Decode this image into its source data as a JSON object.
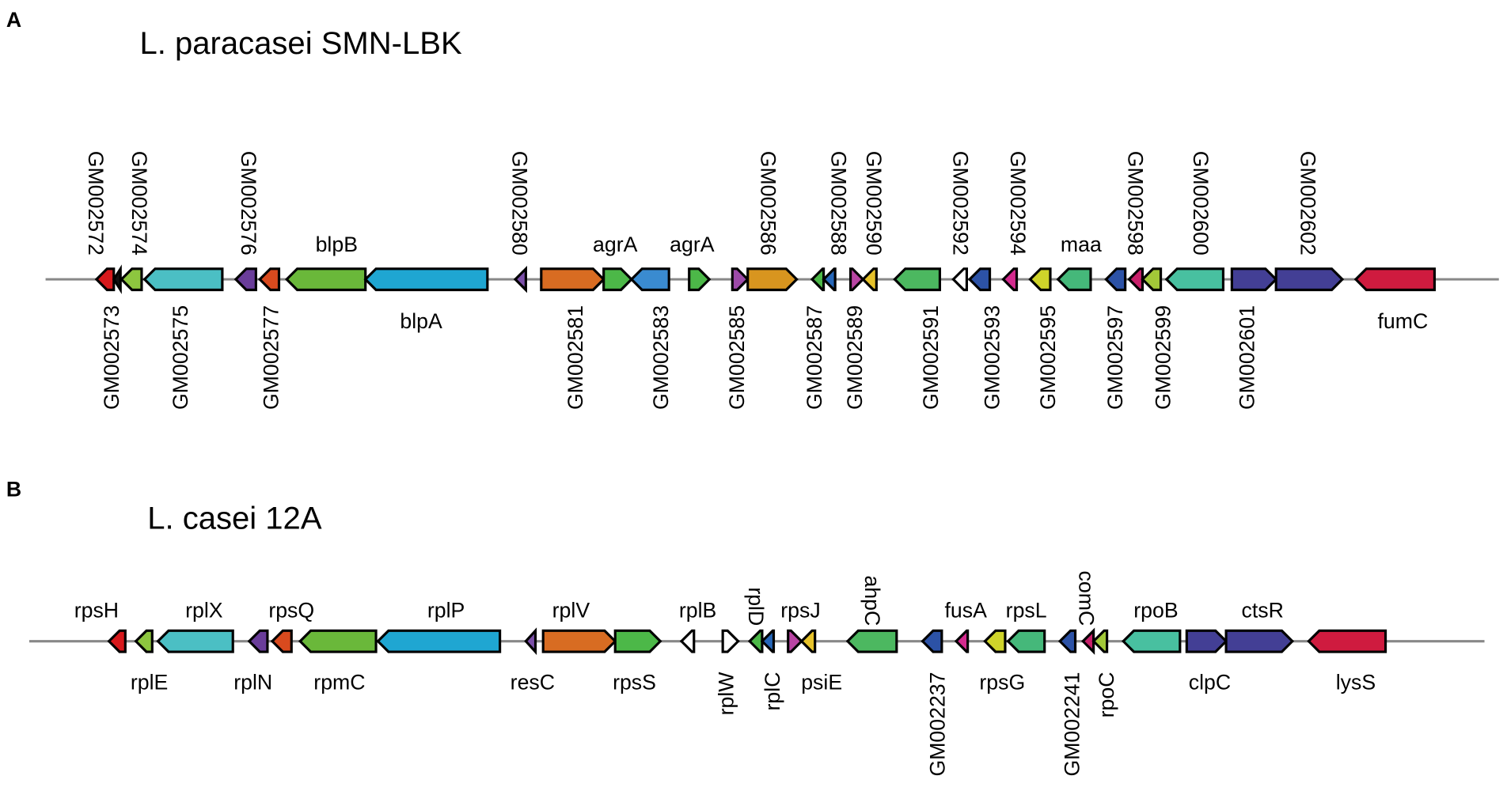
{
  "panels": [
    {
      "letter": "A",
      "title": "L. paracasei SMN-LBK",
      "genes": [
        {
          "label": "GM002572",
          "strand": "-",
          "color": "#d7191c"
        },
        {
          "label": "GM002573",
          "strand": "-",
          "color": "#111111"
        },
        {
          "label": "GM002574",
          "strand": "-",
          "color": "#8dc63f"
        },
        {
          "label": "GM002575",
          "strand": "-",
          "color": "#4bbfc4"
        },
        {
          "label": "GM002576",
          "strand": "-",
          "color": "#6a3d9a"
        },
        {
          "label": "GM002577",
          "strand": "-",
          "color": "#d94a1e"
        },
        {
          "label": "blpB",
          "strand": "-",
          "color": "#6ab83a"
        },
        {
          "label": "blpA",
          "strand": "-",
          "color": "#1fa6d2"
        },
        {
          "label": "GM002580",
          "strand": "-",
          "color": "#7b4fa8"
        },
        {
          "label": "GM002581",
          "strand": "+",
          "color": "#d86c22"
        },
        {
          "label": "agrA",
          "strand": "+",
          "color": "#4cb848"
        },
        {
          "label": "GM002583",
          "strand": "-",
          "color": "#3a8bd0"
        },
        {
          "label": "agrA",
          "strand": "+",
          "color": "#4cb848"
        },
        {
          "label": "GM002585",
          "strand": "+",
          "color": "#9d4aa8"
        },
        {
          "label": "GM002586",
          "strand": "+",
          "color": "#d8951f"
        },
        {
          "label": "GM002587",
          "strand": "-",
          "color": "#4cb848"
        },
        {
          "label": "GM002588",
          "strand": "-",
          "color": "#2566b8"
        },
        {
          "label": "GM002589",
          "strand": "+",
          "color": "#b944a4"
        },
        {
          "label": "GM002590",
          "strand": "-",
          "color": "#e6c22a"
        },
        {
          "label": "GM002591",
          "strand": "-",
          "color": "#4cb860"
        },
        {
          "label": "GM002592",
          "strand": "-",
          "color": "#ffffff"
        },
        {
          "label": "GM002593",
          "strand": "-",
          "color": "#2c52a6"
        },
        {
          "label": "GM002594",
          "strand": "-",
          "color": "#d42a8e"
        },
        {
          "label": "GM002595",
          "strand": "-",
          "color": "#cfd42a"
        },
        {
          "label": "maa",
          "strand": "-",
          "color": "#45b87a"
        },
        {
          "label": "GM002597",
          "strand": "-",
          "color": "#2c52a6"
        },
        {
          "label": "GM002598",
          "strand": "-",
          "color": "#c8206a"
        },
        {
          "label": "GM002599",
          "strand": "-",
          "color": "#a2c838"
        },
        {
          "label": "GM002600",
          "strand": "-",
          "color": "#48c0a0"
        },
        {
          "label": "GM002601",
          "strand": "+",
          "color": "#433f95"
        },
        {
          "label": "GM002602",
          "strand": "+",
          "color": "#433f95"
        },
        {
          "label": "fumC",
          "strand": "-",
          "color": "#cf1b3f"
        }
      ]
    },
    {
      "letter": "B",
      "title": "L. casei 12A",
      "genes": [
        {
          "label": "rpsH",
          "strand": "-",
          "color": "#d7191c"
        },
        {
          "label": "rplE",
          "strand": "-",
          "color": "#8dc63f"
        },
        {
          "label": "rplX",
          "strand": "-",
          "color": "#4bbfc4"
        },
        {
          "label": "rplN",
          "strand": "-",
          "color": "#6a3d9a"
        },
        {
          "label": "rpsQ",
          "strand": "-",
          "color": "#d94a1e"
        },
        {
          "label": "rpmC",
          "strand": "-",
          "color": "#6ab83a"
        },
        {
          "label": "rplP",
          "strand": "-",
          "color": "#1fa6d2"
        },
        {
          "label": "resC",
          "strand": "-",
          "color": "#7b4fa8"
        },
        {
          "label": "rplV",
          "strand": "+",
          "color": "#d86c22"
        },
        {
          "label": "rpsS",
          "strand": "+",
          "color": "#4cb848"
        },
        {
          "label": "rplB",
          "strand": "-",
          "color": "#ffffff"
        },
        {
          "label": "rplW",
          "strand": "+",
          "color": "#ffffff"
        },
        {
          "label": "rplD",
          "strand": "-",
          "color": "#4cb848"
        },
        {
          "label": "rplC",
          "strand": "-",
          "color": "#2566b8"
        },
        {
          "label": "rpsJ",
          "strand": "+",
          "color": "#b944a4"
        },
        {
          "label": "psiE",
          "strand": "-",
          "color": "#e6c22a"
        },
        {
          "label": "ahpC",
          "strand": "-",
          "color": "#4cb860"
        },
        {
          "label": "GM002237",
          "strand": "-",
          "color": "#2c52a6"
        },
        {
          "label": "fusA",
          "strand": "-",
          "color": "#d42a8e"
        },
        {
          "label": "rpsG",
          "strand": "-",
          "color": "#cfd42a"
        },
        {
          "label": "rpsL",
          "strand": "-",
          "color": "#45b87a"
        },
        {
          "label": "GM002241",
          "strand": "-",
          "color": "#2c52a6"
        },
        {
          "label": "comC",
          "strand": "-",
          "color": "#c8206a"
        },
        {
          "label": "rpoC",
          "strand": "-",
          "color": "#a2c838"
        },
        {
          "label": "rpoB",
          "strand": "-",
          "color": "#48c0a0"
        },
        {
          "label": "clpC",
          "strand": "+",
          "color": "#433f95"
        },
        {
          "label": "ctsR",
          "strand": "+",
          "color": "#433f95"
        },
        {
          "label": "lysS",
          "strand": "-",
          "color": "#cf1b3f"
        }
      ]
    }
  ]
}
